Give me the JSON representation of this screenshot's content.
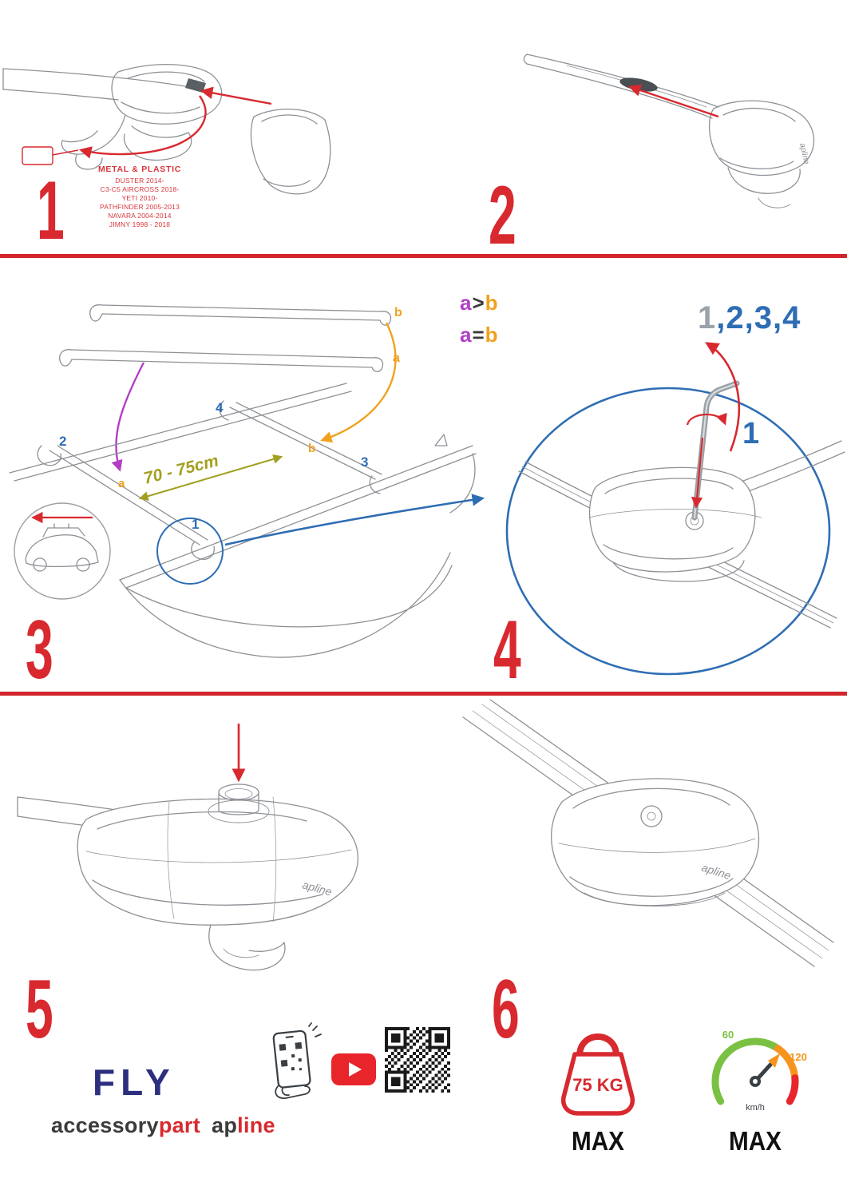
{
  "step1": {
    "number": "1",
    "material_heading": "METAL & PLASTIC",
    "models": [
      "DUSTER 2014-",
      "C3-C5 AIRCROSS 2018-",
      "YETI 2010-",
      "PATHFINDER 2005-2013",
      "NAVARA 2004-2014",
      "JIMNY 1998 - 2018"
    ]
  },
  "step2": {
    "number": "2",
    "logo": "apline"
  },
  "step3": {
    "number": "3",
    "bar_label_a": "a",
    "bar_label_b": "b",
    "roof_label_a": "a",
    "roof_label_b": "b",
    "rule1": {
      "left": "a",
      "op": ">",
      "right": "b"
    },
    "rule2": {
      "left": "a",
      "op": "=",
      "right": "b"
    },
    "distance": "70 - 75cm",
    "pos1": "1",
    "pos2": "2",
    "pos3": "3",
    "pos4": "4"
  },
  "step4": {
    "number": "4",
    "sequence_first": "1",
    "sequence_rest": ",2,3,4",
    "tool_position": "1"
  },
  "step5": {
    "number": "5",
    "logo": "apline"
  },
  "step6": {
    "number": "6",
    "logo": "apline"
  },
  "footer": {
    "product": "FLY",
    "brand1_dark": "accessory",
    "brand1_red": "part",
    "brand2_dark": "ap",
    "brand2_red": "line",
    "weight_value": "75 KG",
    "weight_max": "MAX",
    "speed_low": "60",
    "speed_high": "120",
    "speed_unit": "km/h",
    "speed_max": "MAX"
  },
  "colors": {
    "red": "#d8292f",
    "blue": "#2e6db4",
    "purple": "#b13fc4",
    "orange": "#f0a21e",
    "olive": "#a3a020",
    "navy": "#2b2f7e"
  }
}
